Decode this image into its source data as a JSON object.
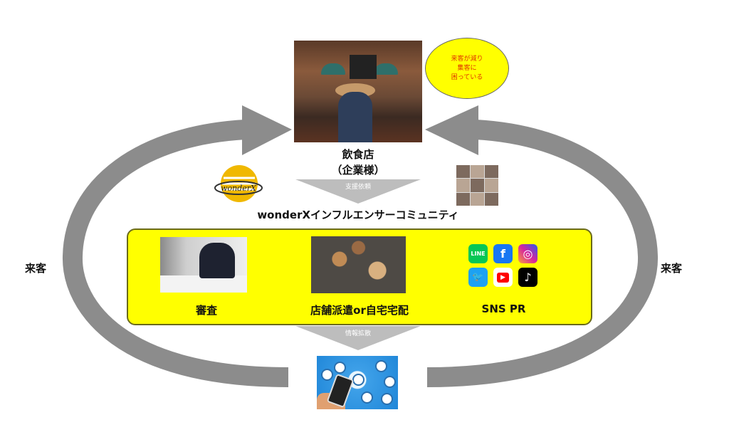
{
  "restaurant": {
    "label_line1": "飲食店",
    "label_line2": "（企業様）",
    "speech_bubble": "来客が減り\n集客に\n困っている"
  },
  "arrow_top": {
    "label": "支援依頼"
  },
  "logo": {
    "text": "wonderX"
  },
  "community_title": "wonderXインフルエンサーコミュニティ",
  "services": [
    {
      "label": "審査"
    },
    {
      "label": "店舗派遣or自宅宅配"
    },
    {
      "label": "SNS PR"
    }
  ],
  "sns_icons": [
    "line-icon",
    "facebook-icon",
    "instagram-icon",
    "twitter-icon",
    "youtube-icon",
    "tiktok-icon"
  ],
  "arrow_bottom": {
    "label": "情報拡散"
  },
  "side_labels": {
    "left": "来客",
    "right": "来客"
  },
  "colors": {
    "highlight": "#ffff00",
    "arrow": "#8c8c8c",
    "speech_text": "#e03000"
  }
}
